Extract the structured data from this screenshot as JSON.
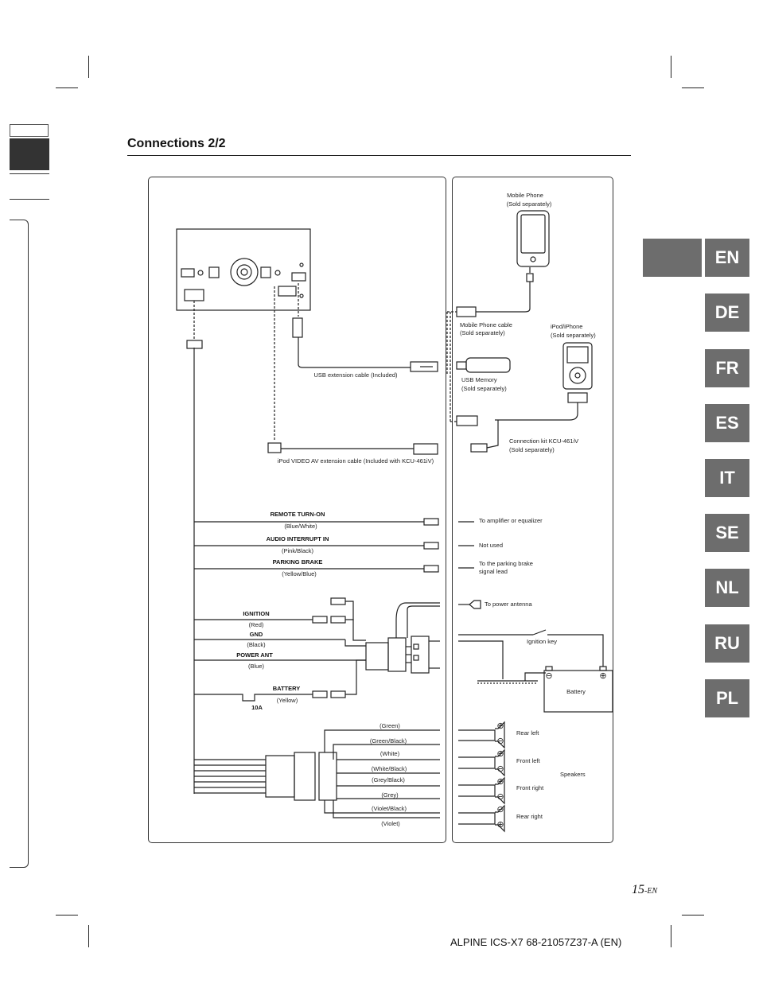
{
  "section_title": "Connections 2/2",
  "languages": [
    "EN",
    "DE",
    "FR",
    "ES",
    "IT",
    "SE",
    "NL",
    "RU",
    "PL"
  ],
  "page_number": "15",
  "page_suffix": "-EN",
  "footer": "ALPINE ICS-X7 68-21057Z37-A (EN)",
  "devices": {
    "mobile_phone": "Mobile Phone",
    "mobile_phone_sub": "(Sold separately)",
    "mobile_cable": "Mobile Phone cable",
    "mobile_cable_sub": "(Sold separately)",
    "ipod": "iPod/iPhone",
    "ipod_sub": "(Sold separately)",
    "usb_ext": "USB extension cable (Included)",
    "usb_mem": "USB Memory",
    "usb_mem_sub": "(Sold separately)",
    "conn_kit": "Connection kit KCU-461iV",
    "conn_kit_sub": "(Sold separately)",
    "ipod_av": "iPod VIDEO AV extension cable (Included with KCU-461iV)"
  },
  "wires": {
    "remote": "REMOTE TURN-ON",
    "remote_color": "(Blue/White)",
    "remote_dest": "To amplifier or equalizer",
    "audio": "AUDIO INTERRUPT IN",
    "audio_color": "(Pink/Black)",
    "audio_dest": "Not used",
    "parking": "PARKING BRAKE",
    "parking_color": "(Yellow/Blue)",
    "parking_dest1": "To the parking brake",
    "parking_dest2": "signal lead",
    "power_antenna": "To power antenna",
    "ignition": "IGNITION",
    "ignition_color": "(Red)",
    "ignition_key": "Ignition key",
    "gnd": "GND",
    "gnd_color": "(Black)",
    "power_ant": "POWER ANT",
    "power_ant_color": "(Blue)",
    "battery": "BATTERY",
    "battery_color": "(Yellow)",
    "fuse": "10A",
    "battery_label": "Battery",
    "speakers": "Speakers"
  },
  "speaker_wires": [
    "(Green)",
    "(Green/Black)",
    "(White)",
    "(White/Black)",
    "(Grey/Black)",
    "(Grey)",
    "(Violet/Black)",
    "(Violet)"
  ],
  "speaker_labels": [
    "Rear left",
    "Front left",
    "Front right",
    "Rear right"
  ]
}
